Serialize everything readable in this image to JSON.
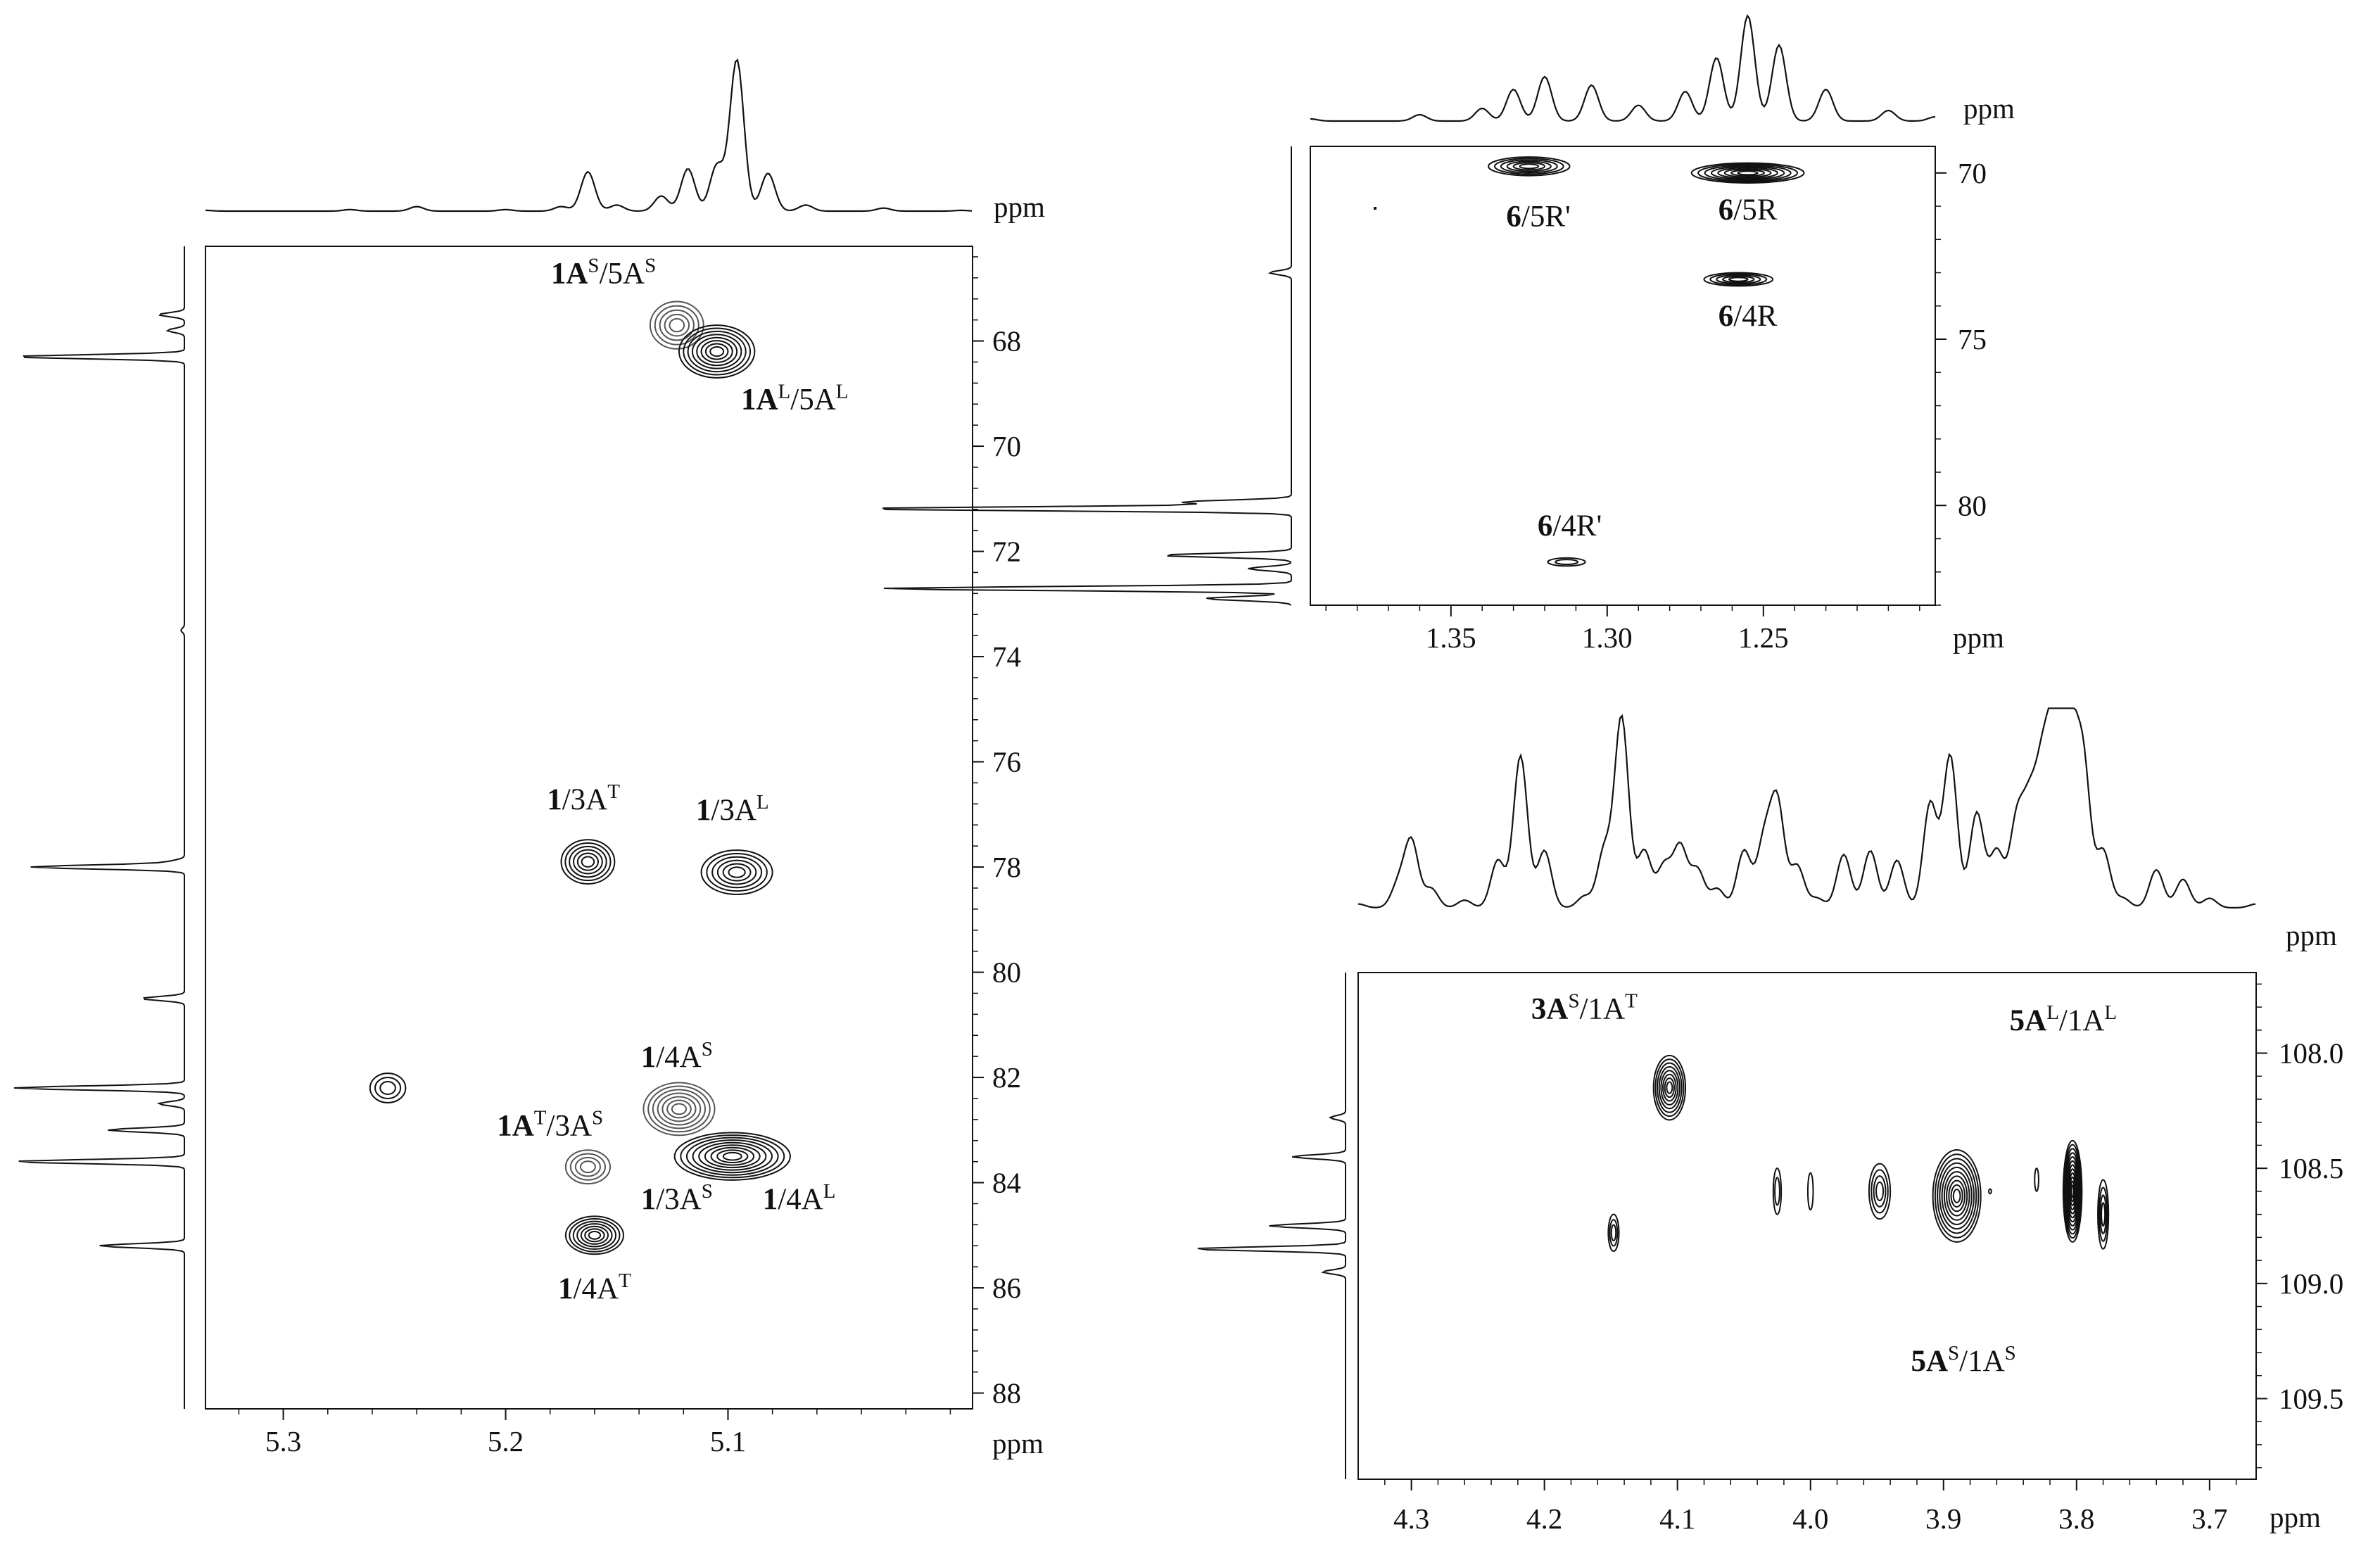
{
  "colors": {
    "ink": "#111111",
    "contour_light": "#555555",
    "background": "#ffffff"
  },
  "chart_data": [
    {
      "id": "left",
      "type": "heatmap",
      "x": {
        "ticks": [
          5.3,
          5.2,
          5.1
        ],
        "tick_labels": [
          "5.3",
          "5.2",
          "5.1"
        ],
        "unit": "ppm",
        "reversed": true,
        "range": [
          5.335,
          4.99
        ]
      },
      "y": {
        "ticks": [
          68,
          70,
          72,
          74,
          76,
          78,
          80,
          82,
          84,
          86,
          88
        ],
        "tick_labels": [
          "68",
          "70",
          "72",
          "74",
          "76",
          "78",
          "80",
          "82",
          "84",
          "86",
          "88"
        ],
        "unit": "ppm",
        "reversed": true,
        "range": [
          66.2,
          88.3
        ]
      },
      "top_projection": [
        {
          "x": 5.335,
          "h": 0.005
        },
        {
          "x": 5.27,
          "h": 0.01
        },
        {
          "x": 5.24,
          "h": 0.03
        },
        {
          "x": 5.2,
          "h": 0.01
        },
        {
          "x": 5.175,
          "h": 0.03
        },
        {
          "x": 5.163,
          "h": 0.26
        },
        {
          "x": 5.15,
          "h": 0.04
        },
        {
          "x": 5.13,
          "h": 0.1
        },
        {
          "x": 5.118,
          "h": 0.28
        },
        {
          "x": 5.105,
          "h": 0.3
        },
        {
          "x": 5.096,
          "h": 1.0
        },
        {
          "x": 5.082,
          "h": 0.25
        },
        {
          "x": 5.065,
          "h": 0.04
        },
        {
          "x": 5.03,
          "h": 0.02
        },
        {
          "x": 4.995,
          "h": 0.005
        }
      ],
      "side_projection": [
        {
          "y": 67.5,
          "h": 0.15
        },
        {
          "y": 67.8,
          "h": 0.1
        },
        {
          "y": 68.3,
          "h": 1.0
        },
        {
          "y": 73.5,
          "h": 0.02
        },
        {
          "y": 77.9,
          "h": 0.08
        },
        {
          "y": 78.0,
          "h": 0.9
        },
        {
          "y": 80.5,
          "h": 0.25
        },
        {
          "y": 82.2,
          "h": 1.0
        },
        {
          "y": 82.5,
          "h": 0.15
        },
        {
          "y": 83.0,
          "h": 0.45
        },
        {
          "y": 83.6,
          "h": 1.0
        },
        {
          "y": 85.2,
          "h": 0.5
        }
      ],
      "peaks": [
        {
          "x": 5.123,
          "y": 67.7,
          "sx": 0.012,
          "sy": 0.45,
          "levels": 5,
          "light": true
        },
        {
          "x": 5.105,
          "y": 68.2,
          "sx": 0.017,
          "sy": 0.5,
          "levels": 8
        },
        {
          "x": 5.163,
          "y": 77.9,
          "sx": 0.012,
          "sy": 0.42,
          "levels": 6
        },
        {
          "x": 5.096,
          "y": 78.1,
          "sx": 0.016,
          "sy": 0.42,
          "levels": 6
        },
        {
          "x": 5.253,
          "y": 82.2,
          "sx": 0.008,
          "sy": 0.28,
          "levels": 3
        },
        {
          "x": 5.122,
          "y": 82.6,
          "sx": 0.016,
          "sy": 0.5,
          "levels": 7,
          "light": true
        },
        {
          "x": 5.098,
          "y": 83.5,
          "sx": 0.026,
          "sy": 0.45,
          "levels": 9
        },
        {
          "x": 5.163,
          "y": 83.7,
          "sx": 0.01,
          "sy": 0.32,
          "levels": 4,
          "light": true
        },
        {
          "x": 5.16,
          "y": 85.0,
          "sx": 0.013,
          "sy": 0.36,
          "levels": 7
        }
      ],
      "labels": [
        {
          "x": 5.156,
          "y": 66.9,
          "bold": "1A",
          "sup1": "S",
          "mid": "/5A",
          "sup2": "S"
        },
        {
          "x": 5.07,
          "y": 69.3,
          "bold": "1A",
          "sup1": "L",
          "mid": "/5A",
          "sup2": "L"
        },
        {
          "x": 5.165,
          "y": 76.9,
          "bold": "1",
          "sup1": "",
          "mid": "/3A",
          "sup2": "T"
        },
        {
          "x": 5.098,
          "y": 77.1,
          "bold": "1",
          "sup1": "",
          "mid": "/3A",
          "sup2": "L"
        },
        {
          "x": 5.123,
          "y": 81.8,
          "bold": "1",
          "sup1": "",
          "mid": "/4A",
          "sup2": "S"
        },
        {
          "x": 5.18,
          "y": 83.1,
          "bold": "1A",
          "sup1": "T",
          "mid": "/3A",
          "sup2": "S"
        },
        {
          "x": 5.123,
          "y": 84.5,
          "bold": "1",
          "sup1": "",
          "mid": "/3A",
          "sup2": "S"
        },
        {
          "x": 5.068,
          "y": 84.5,
          "bold": "1",
          "sup1": "",
          "mid": "/4A",
          "sup2": "L"
        },
        {
          "x": 5.16,
          "y": 86.2,
          "bold": "1",
          "sup1": "",
          "mid": "/4A",
          "sup2": "T"
        }
      ]
    },
    {
      "id": "top-right",
      "type": "heatmap",
      "x": {
        "ticks": [
          1.35,
          1.3,
          1.25
        ],
        "tick_labels": [
          "1.35",
          "1.30",
          "1.25"
        ],
        "unit": "ppm",
        "reversed": true,
        "range": [
          1.395,
          1.195
        ]
      },
      "y": {
        "ticks": [
          70,
          75,
          80
        ],
        "tick_labels": [
          "70",
          "75",
          "80"
        ],
        "unit": "ppm",
        "reversed": true,
        "range": [
          69.2,
          83.0
        ]
      },
      "top_projection": [
        {
          "x": 1.395,
          "h": 0.02
        },
        {
          "x": 1.36,
          "h": 0.06
        },
        {
          "x": 1.34,
          "h": 0.12
        },
        {
          "x": 1.33,
          "h": 0.3
        },
        {
          "x": 1.32,
          "h": 0.42
        },
        {
          "x": 1.305,
          "h": 0.34
        },
        {
          "x": 1.29,
          "h": 0.15
        },
        {
          "x": 1.275,
          "h": 0.28
        },
        {
          "x": 1.265,
          "h": 0.6
        },
        {
          "x": 1.255,
          "h": 1.0
        },
        {
          "x": 1.245,
          "h": 0.72
        },
        {
          "x": 1.23,
          "h": 0.3
        },
        {
          "x": 1.21,
          "h": 0.1
        },
        {
          "x": 1.195,
          "h": 0.04
        }
      ],
      "side_projection": [
        {
          "y": 73.0,
          "h": 0.05
        },
        {
          "y": 79.9,
          "h": 0.25
        },
        {
          "y": 80.1,
          "h": 1.0
        },
        {
          "y": 81.5,
          "h": 0.3
        },
        {
          "y": 81.9,
          "h": 0.1
        },
        {
          "y": 82.5,
          "h": 0.95
        },
        {
          "y": 82.8,
          "h": 0.2
        }
      ],
      "peaks": [
        {
          "x": 1.325,
          "y": 69.8,
          "sx": 0.013,
          "sy": 0.28,
          "levels": 6
        },
        {
          "x": 1.255,
          "y": 70.0,
          "sx": 0.018,
          "sy": 0.3,
          "levels": 8
        },
        {
          "x": 1.258,
          "y": 73.2,
          "sx": 0.011,
          "sy": 0.2,
          "levels": 5
        },
        {
          "x": 1.313,
          "y": 81.7,
          "sx": 0.006,
          "sy": 0.12,
          "levels": 2
        }
      ],
      "labels": [
        {
          "x": 1.322,
          "y": 71.6,
          "bold": "6",
          "sup1": "",
          "mid": "/5R'",
          "sup2": ""
        },
        {
          "x": 1.255,
          "y": 71.4,
          "bold": "6",
          "sup1": "",
          "mid": "/5R",
          "sup2": ""
        },
        {
          "x": 1.255,
          "y": 74.6,
          "bold": "6",
          "sup1": "",
          "mid": "/4R",
          "sup2": ""
        },
        {
          "x": 1.312,
          "y": 80.9,
          "bold": "6",
          "sup1": "",
          "mid": "/4R'",
          "sup2": ""
        }
      ]
    },
    {
      "id": "bottom-right",
      "type": "heatmap",
      "x": {
        "ticks": [
          4.3,
          4.2,
          4.1,
          4.0,
          3.9,
          3.8,
          3.7
        ],
        "tick_labels": [
          "4.3",
          "4.2",
          "4.1",
          "4.0",
          "3.9",
          "3.8",
          "3.7"
        ],
        "unit": "ppm",
        "reversed": true,
        "range": [
          4.34,
          3.665
        ]
      },
      "y": {
        "ticks": [
          108.0,
          108.5,
          109.0,
          109.5
        ],
        "tick_labels": [
          "108.0",
          "108.5",
          "109.0",
          "109.5"
        ],
        "unit": "ppm",
        "reversed": true,
        "range": [
          107.65,
          109.85
        ]
      },
      "top_projection": [
        {
          "x": 4.34,
          "h": 0.02
        },
        {
          "x": 4.31,
          "h": 0.12
        },
        {
          "x": 4.3,
          "h": 0.35
        },
        {
          "x": 4.285,
          "h": 0.1
        },
        {
          "x": 4.26,
          "h": 0.04
        },
        {
          "x": 4.235,
          "h": 0.25
        },
        {
          "x": 4.218,
          "h": 0.8
        },
        {
          "x": 4.2,
          "h": 0.3
        },
        {
          "x": 4.17,
          "h": 0.06
        },
        {
          "x": 4.155,
          "h": 0.3
        },
        {
          "x": 4.142,
          "h": 1.0
        },
        {
          "x": 4.125,
          "h": 0.3
        },
        {
          "x": 4.11,
          "h": 0.22
        },
        {
          "x": 4.098,
          "h": 0.32
        },
        {
          "x": 4.085,
          "h": 0.2
        },
        {
          "x": 4.07,
          "h": 0.1
        },
        {
          "x": 4.05,
          "h": 0.3
        },
        {
          "x": 4.035,
          "h": 0.34
        },
        {
          "x": 4.025,
          "h": 0.55
        },
        {
          "x": 4.01,
          "h": 0.22
        },
        {
          "x": 3.995,
          "h": 0.05
        },
        {
          "x": 3.975,
          "h": 0.28
        },
        {
          "x": 3.955,
          "h": 0.3
        },
        {
          "x": 3.935,
          "h": 0.25
        },
        {
          "x": 3.91,
          "h": 0.55
        },
        {
          "x": 3.895,
          "h": 0.8
        },
        {
          "x": 3.875,
          "h": 0.5
        },
        {
          "x": 3.86,
          "h": 0.3
        },
        {
          "x": 3.845,
          "h": 0.45
        },
        {
          "x": 3.835,
          "h": 0.5
        },
        {
          "x": 3.825,
          "h": 0.7
        },
        {
          "x": 3.815,
          "h": 1.0
        },
        {
          "x": 3.805,
          "h": 0.85
        },
        {
          "x": 3.795,
          "h": 0.75
        },
        {
          "x": 3.78,
          "h": 0.3
        },
        {
          "x": 3.765,
          "h": 0.05
        },
        {
          "x": 3.74,
          "h": 0.2
        },
        {
          "x": 3.72,
          "h": 0.15
        },
        {
          "x": 3.7,
          "h": 0.05
        },
        {
          "x": 3.665,
          "h": 0.02
        }
      ],
      "side_projection": [
        {
          "y": 108.28,
          "h": 0.1
        },
        {
          "y": 108.45,
          "h": 0.35
        },
        {
          "y": 108.75,
          "h": 0.5
        },
        {
          "y": 108.85,
          "h": 1.0
        },
        {
          "y": 108.95,
          "h": 0.15
        }
      ],
      "peaks": [
        {
          "x": 4.106,
          "y": 108.15,
          "sx": 0.012,
          "sy": 0.14,
          "levels": 8
        },
        {
          "x": 4.148,
          "y": 108.78,
          "sx": 0.004,
          "sy": 0.08,
          "levels": 3
        },
        {
          "x": 4.025,
          "y": 108.6,
          "sx": 0.003,
          "sy": 0.1,
          "levels": 2
        },
        {
          "x": 4.0,
          "y": 108.6,
          "sx": 0.002,
          "sy": 0.08,
          "levels": 1
        },
        {
          "x": 3.948,
          "y": 108.6,
          "sx": 0.008,
          "sy": 0.12,
          "levels": 4
        },
        {
          "x": 3.89,
          "y": 108.62,
          "sx": 0.018,
          "sy": 0.2,
          "levels": 10
        },
        {
          "x": 3.865,
          "y": 108.6,
          "sx": 0.001,
          "sy": 0.01,
          "levels": 1
        },
        {
          "x": 3.83,
          "y": 108.55,
          "sx": 0.0015,
          "sy": 0.05,
          "levels": 1
        },
        {
          "x": 3.803,
          "y": 108.6,
          "sx": 0.007,
          "sy": 0.22,
          "levels": 12
        },
        {
          "x": 3.78,
          "y": 108.7,
          "sx": 0.004,
          "sy": 0.15,
          "levels": 4
        }
      ],
      "labels": [
        {
          "x": 4.17,
          "y": 107.85,
          "bold": "3A",
          "sup1": "S",
          "mid": "/1A",
          "sup2": "T"
        },
        {
          "x": 3.81,
          "y": 107.9,
          "bold": "5A",
          "sup1": "L",
          "mid": "/1A",
          "sup2": "L"
        },
        {
          "x": 3.885,
          "y": 109.38,
          "bold": "5A",
          "sup1": "S",
          "mid": "/1A",
          "sup2": "S"
        }
      ]
    }
  ]
}
